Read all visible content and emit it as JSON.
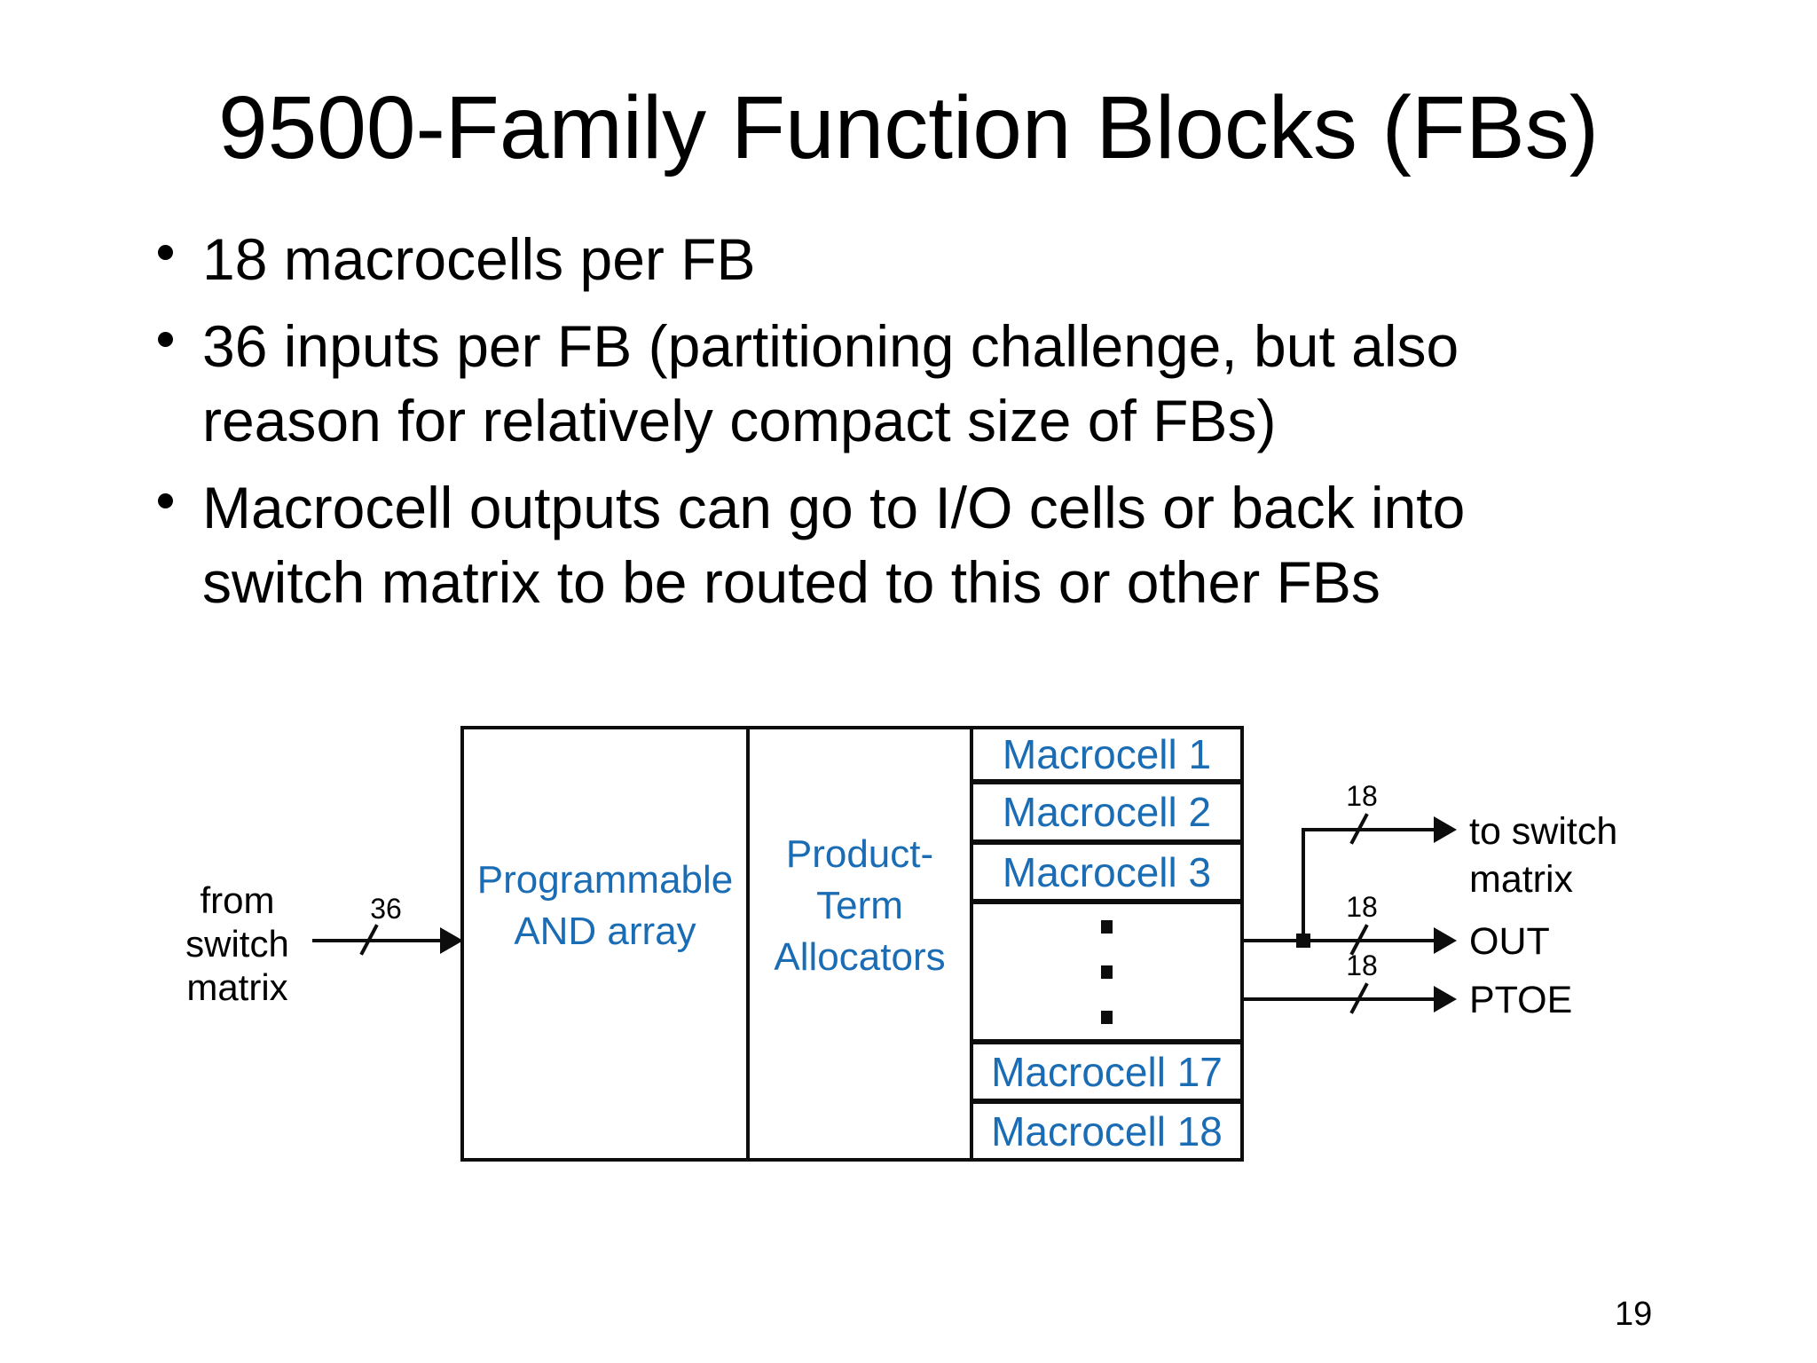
{
  "slide": {
    "title": "9500-Family Function Blocks (FBs)",
    "bullets": [
      "18 macrocells per FB",
      "36 inputs per FB (partitioning challenge, but also reason for relatively compact size of FBs)",
      "Macrocell outputs can go to I/O cells or back into switch matrix to be routed to this or other FBs"
    ],
    "page_number": "19",
    "colors": {
      "diagram_text_blue": "#1a6cb4",
      "line_black": "#0d0d0d",
      "background": "#ffffff"
    }
  },
  "diagram": {
    "and_array": {
      "lines": [
        "Programmable",
        "AND array"
      ]
    },
    "pt_allocators": {
      "lines": [
        "Product-",
        "Term",
        "Allocators"
      ]
    },
    "macrocells": [
      "Macrocell 1",
      "Macrocell 2",
      "Macrocell 3",
      "Macrocell 17",
      "Macrocell 18"
    ],
    "ellipsis": "vertical-dots",
    "input": {
      "label_lines": [
        "from",
        "switch",
        "matrix"
      ],
      "bus_width": "36"
    },
    "outputs": {
      "to_switch_matrix": {
        "label_lines": [
          "to switch",
          "matrix"
        ],
        "bus_width": "18"
      },
      "out": {
        "label": "OUT",
        "bus_width": "18"
      },
      "ptoe": {
        "label": "PTOE",
        "bus_width": "18"
      }
    }
  }
}
